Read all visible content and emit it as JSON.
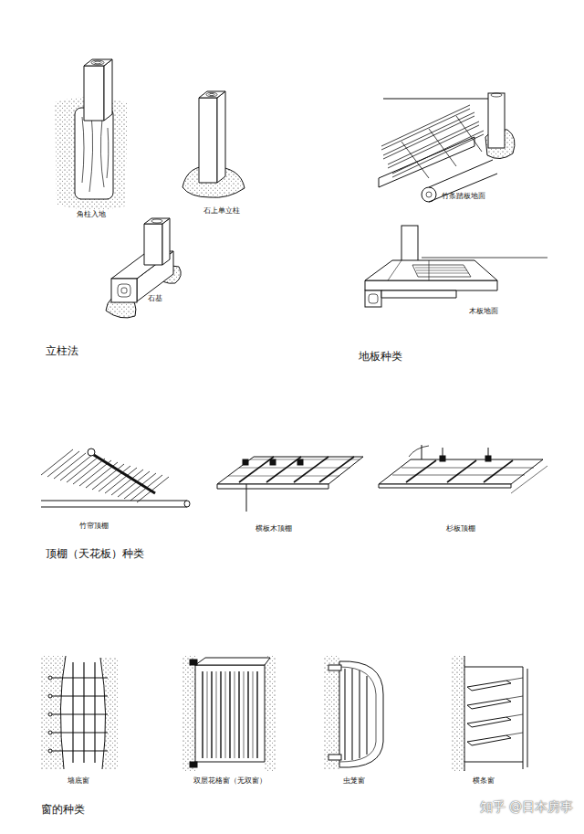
{
  "diagram": {
    "labels": [
      "角柱入地",
      "石上单立柱",
      "石基",
      "立柱法",
      "竹条踏板地面",
      "木板地面",
      "地板种类",
      "竹帘顶棚",
      "横板木顶棚",
      "杉板顶棚",
      "顶棚（天花板）种类",
      "墙底窗",
      "双层花格窗（无双窗）",
      "虫笼窗",
      "横条窗",
      "窗的种类",
      "知乎 @日本房事"
    ]
  }
}
